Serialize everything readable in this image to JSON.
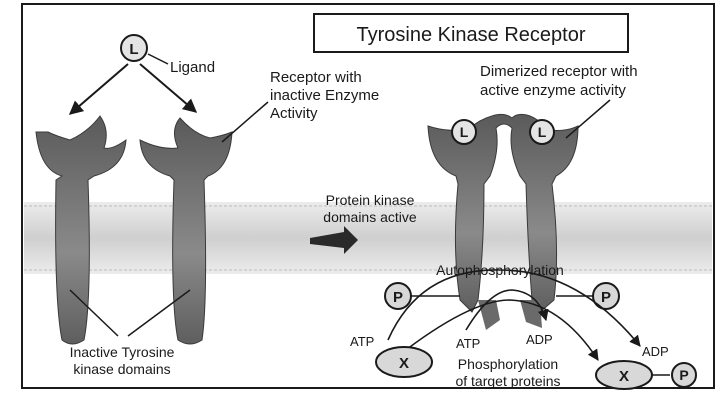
{
  "title": "Tyrosine Kinase Receptor",
  "labels": {
    "ligand_symbol": "L",
    "ligand": "Ligand",
    "receptor_inactive_line1": "Receptor with",
    "receptor_inactive_line2": "inactive Enzyme",
    "receptor_inactive_line3": "Activity",
    "dimerized_line1": "Dimerized receptor with",
    "dimerized_line2": "active enzyme activity",
    "protein_kinase_line1": "Protein kinase",
    "protein_kinase_line2": "domains active",
    "autophosphorylation": "Autophosphorylation",
    "inactive_domains_line1": "Inactive Tyrosine",
    "inactive_domains_line2": "kinase domains",
    "atp": "ATP",
    "adp": "ADP",
    "phosphate_symbol": "P",
    "target_symbol": "X",
    "phosphorylation_line1": "Phosphorylation",
    "phosphorylation_line2": "of target proteins"
  },
  "colors": {
    "membrane": "#d6d6d6",
    "receptor": "#7a7a7a",
    "receptor_dark": "#4a4a4a",
    "ink": "#1a1a1a"
  }
}
